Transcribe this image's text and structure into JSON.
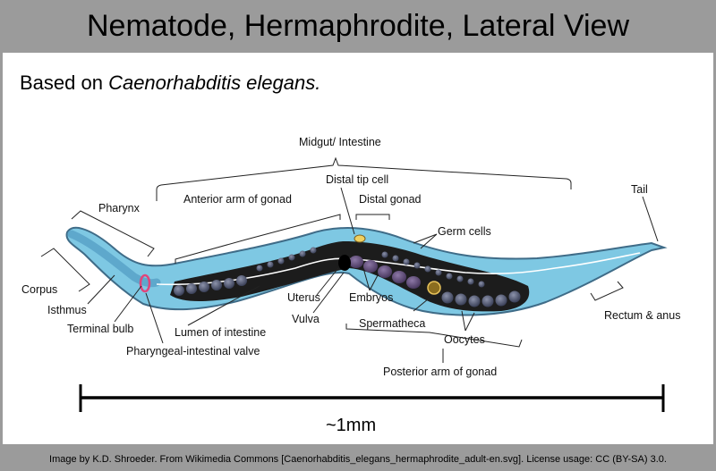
{
  "title": "Nematode, Hermaphrodite, Lateral View",
  "subtitle_prefix": "Based on ",
  "subtitle_species": "Caenorhabditis elegans.",
  "labels": {
    "midgut": "Midgut/ Intestine",
    "distal_tip_cell": "Distal tip cell",
    "pharynx": "Pharynx",
    "anterior_arm": "Anterior arm of gonad",
    "distal_gonad": "Distal gonad",
    "tail": "Tail",
    "germ_cells": "Germ cells",
    "corpus": "Corpus",
    "isthmus": "Isthmus",
    "uterus": "Uterus",
    "embryos": "Embryos",
    "vulva": "Vulva",
    "terminal_bulb": "Terminal bulb",
    "lumen": "Lumen of intestine",
    "spermatheca": "Spermatheca",
    "rectum": "Rectum & anus",
    "oocytes": "Oocytes",
    "pharyngeal_valve": "Pharyngeal-intestinal valve",
    "posterior_arm": "Posterior arm of gonad"
  },
  "scale_label": "~1mm",
  "footer": "Image by K.D. Shroeder. From Wikimedia Commons [Caenorhabditis_elegans_hermaphrodite_adult-en.svg]. License usage: CC (BY-SA) 3.0.",
  "colors": {
    "background": "#9b9b9b",
    "panel": "#ffffff",
    "body_fill": "#7ec8e3",
    "body_outline": "#3f6c88",
    "gonad": "#1c1c1c",
    "oocyte": "#5e6784",
    "embryo": "#64507a",
    "valve": "#e0457b"
  }
}
